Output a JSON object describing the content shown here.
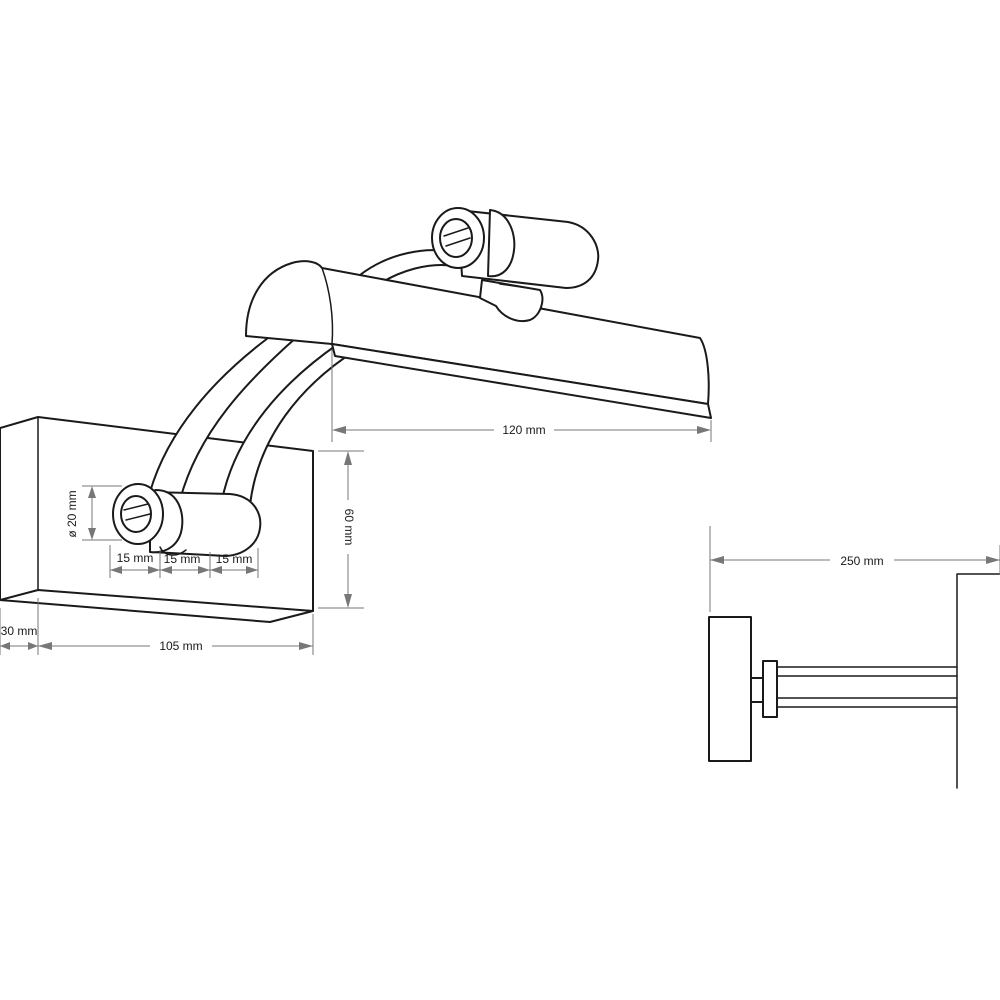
{
  "dimensions": {
    "shade_length": "120 mm",
    "mount_height": "60 mm",
    "knob_diameter": "ø 20 mm",
    "spacing_left": "15 mm",
    "spacing_middle": "15 mm",
    "spacing_right": "15 mm",
    "mount_depth": "30 mm",
    "mount_width": "105 mm",
    "projection": "250 mm"
  }
}
